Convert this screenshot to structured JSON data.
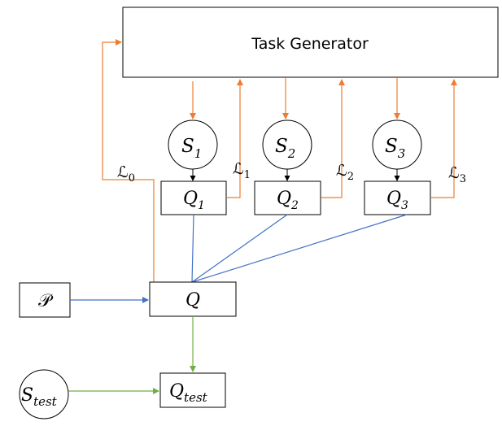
{
  "task_generator": {
    "label": "Task Generator"
  },
  "supports": [
    {
      "base": "S",
      "sub": "1"
    },
    {
      "base": "S",
      "sub": "2"
    },
    {
      "base": "S",
      "sub": "3"
    }
  ],
  "queries": [
    {
      "base": "Q",
      "sub": "1"
    },
    {
      "base": "Q",
      "sub": "2"
    },
    {
      "base": "Q",
      "sub": "3"
    }
  ],
  "losses": [
    {
      "base": "ℒ",
      "sub": "0"
    },
    {
      "base": "ℒ",
      "sub": "1"
    },
    {
      "base": "ℒ",
      "sub": "2"
    },
    {
      "base": "ℒ",
      "sub": "3"
    }
  ],
  "prior": {
    "label": "𝒫"
  },
  "aggregate_q": {
    "label": "Q"
  },
  "test_support": {
    "base": "S",
    "sub": "test"
  },
  "test_query": {
    "base": "Q",
    "sub": "test"
  },
  "colors": {
    "feedback": "#ED7D31",
    "aggregation": "#4472C4",
    "test": "#70AD47",
    "outline": "#000000"
  }
}
